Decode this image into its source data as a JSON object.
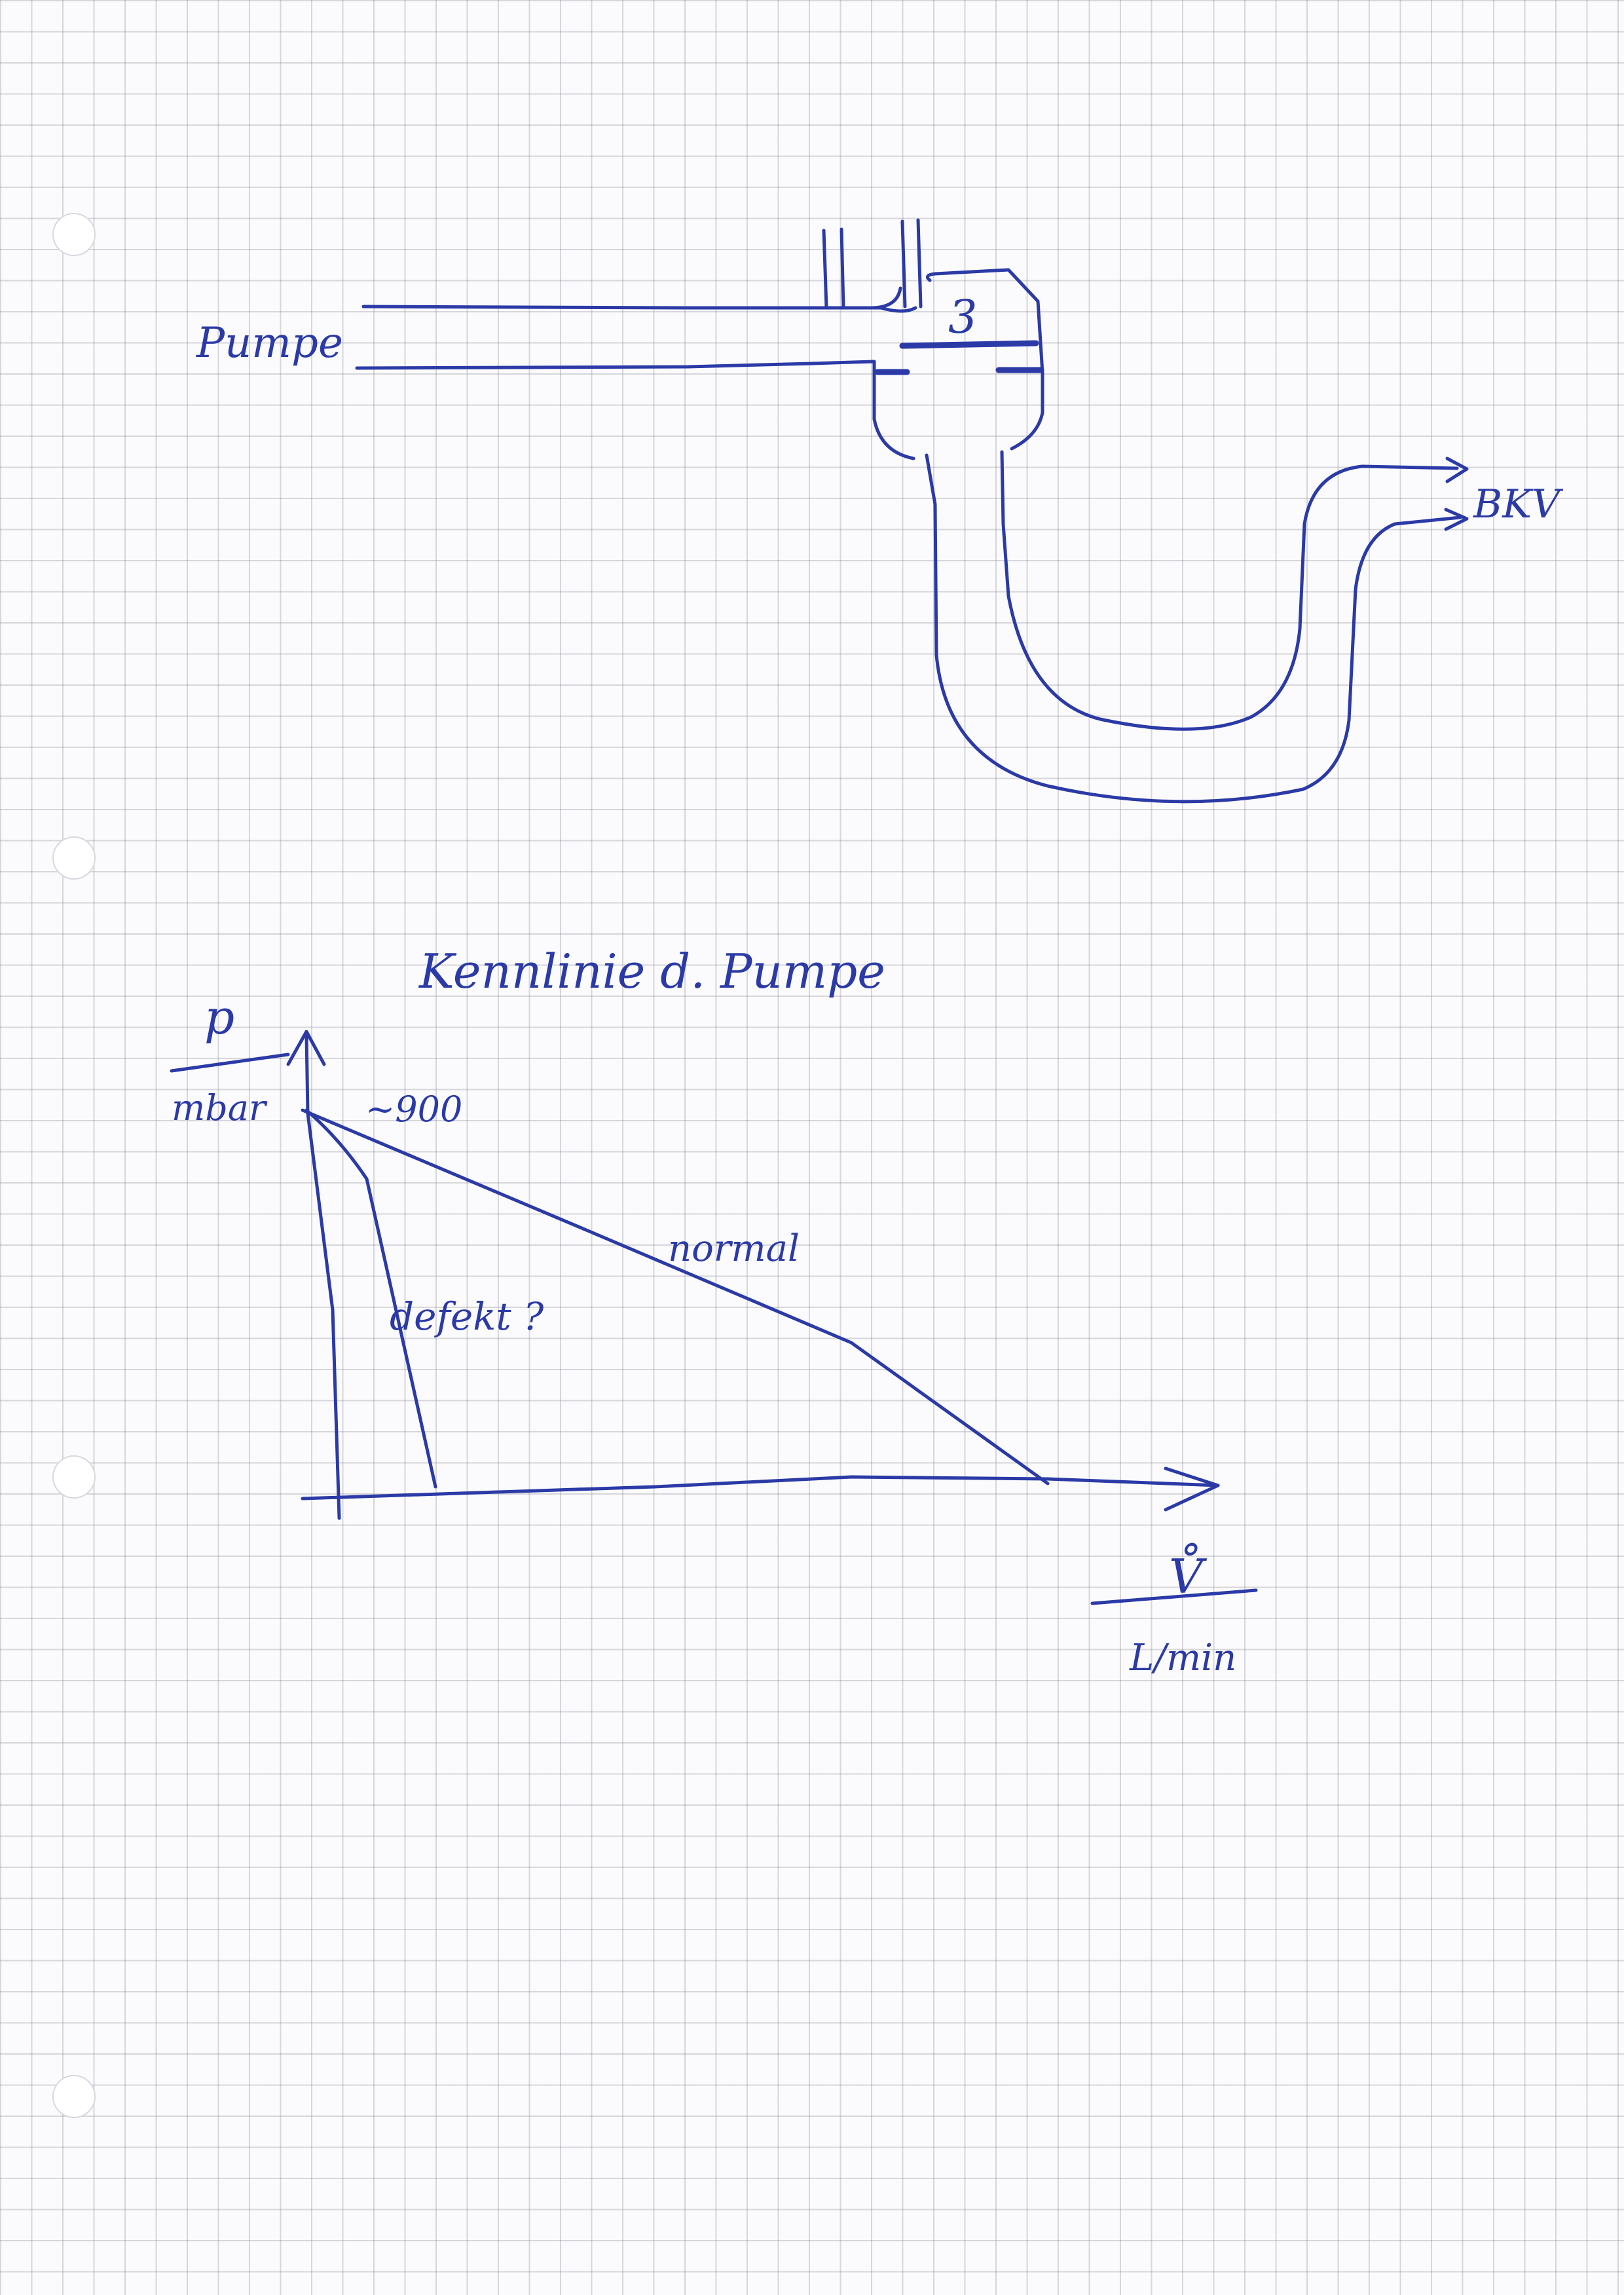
{
  "colors": {
    "ink": "#2b3aa6",
    "paper": "#fbfbfd",
    "grid": "#8a8a98"
  },
  "top_sketch": {
    "source_label": "Pumpe",
    "target_label": "BKV",
    "valve_label": "3"
  },
  "graph": {
    "title": "Kennlinie d. Pumpe",
    "y_label": "p",
    "y_unit": "mbar",
    "x_label": "V̊",
    "x_unit": "L/min",
    "y_marker": "~900",
    "curve_normal_label": "normal",
    "curve_defect_label": "defekt ?"
  },
  "chart_data": {
    "type": "line",
    "title": "Kennlinie d. Pumpe",
    "xlabel": "V̊ / L/min",
    "ylabel": "p / mbar",
    "annotations": [
      "~900"
    ],
    "series": [
      {
        "name": "normal"
      },
      {
        "name": "defekt ?"
      }
    ]
  }
}
